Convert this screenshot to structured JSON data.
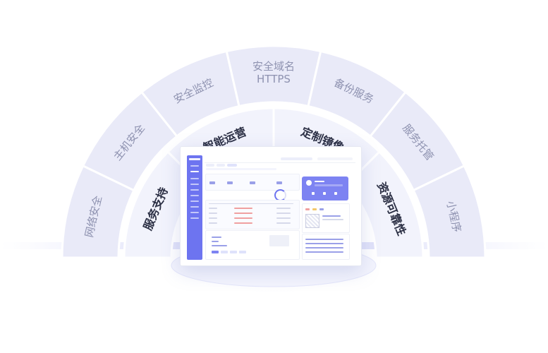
{
  "outer_ring": {
    "labels": [
      "网络安全",
      "主机安全",
      "安全监控",
      "安全域名\nHTTPS",
      "备份服务",
      "服务托管",
      "小程序"
    ]
  },
  "inner_ring": {
    "labels": [
      "服务支持",
      "智能运营",
      "定制镜像",
      "资源可靠性"
    ]
  },
  "colors": {
    "outer_fill": "#e9eaf8",
    "outer_text": "#8e92b0",
    "inner_fill": "#f2f3fc",
    "inner_text": "#2b2f44",
    "accent": "#6d74f0",
    "separator": "#ffffff"
  }
}
